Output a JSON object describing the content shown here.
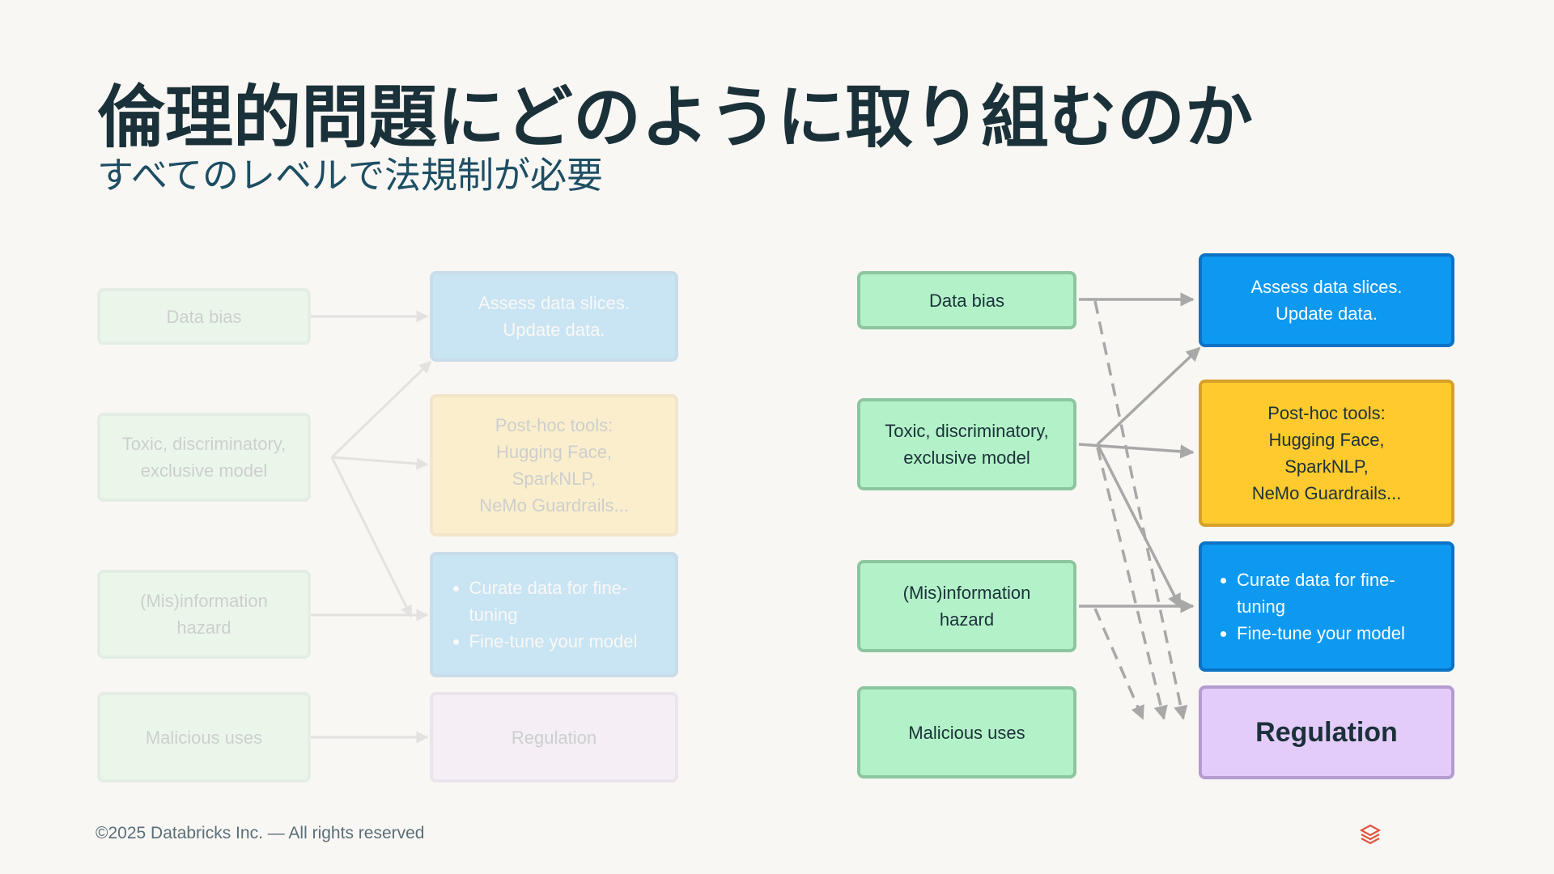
{
  "header": {
    "title": "倫理的問題にどのように取り組むのか",
    "subtitle": "すべてのレベルで法規制が必要"
  },
  "diagram_left": {
    "problems": {
      "data_bias": "Data bias",
      "toxic_line1": "Toxic, discriminatory,",
      "toxic_line2": "exclusive model",
      "misinfo_line1": "(Mis)information",
      "misinfo_line2": "hazard",
      "malicious": "Malicious uses"
    },
    "solutions": {
      "assess_line1": "Assess data slices.",
      "assess_line2": "Update data.",
      "posthoc_line1": "Post-hoc tools:",
      "posthoc_line2": "Hugging Face,",
      "posthoc_line3": "SparkNLP,",
      "posthoc_line4": "NeMo Guardrails...",
      "curate": "Curate data for fine-tuning",
      "finetune": "Fine-tune your model",
      "regulation": "Regulation"
    }
  },
  "diagram_right": {
    "problems": {
      "data_bias": "Data bias",
      "toxic_line1": "Toxic, discriminatory,",
      "toxic_line2": "exclusive model",
      "misinfo_line1": "(Mis)information",
      "misinfo_line2": "hazard",
      "malicious": "Malicious uses"
    },
    "solutions": {
      "assess_line1": "Assess data slices.",
      "assess_line2": "Update data.",
      "posthoc_line1": "Post-hoc tools:",
      "posthoc_line2": "Hugging Face,",
      "posthoc_line3": "SparkNLP,",
      "posthoc_line4": "NeMo Guardrails...",
      "curate": "Curate data for fine-tuning",
      "finetune": "Fine-tune your model",
      "regulation": "Regulation"
    }
  },
  "colors": {
    "problem_fill": "#B3F2C9",
    "solution_blue": "#0D99F0",
    "solution_yellow": "#FFCA2E",
    "regulation_fill": "#E3CCFA",
    "arrow": "#A8A8A8"
  },
  "footer": {
    "copyright": "©2025 Databricks Inc. — All rights reserved",
    "logo_icon": "databricks-logo-icon"
  }
}
